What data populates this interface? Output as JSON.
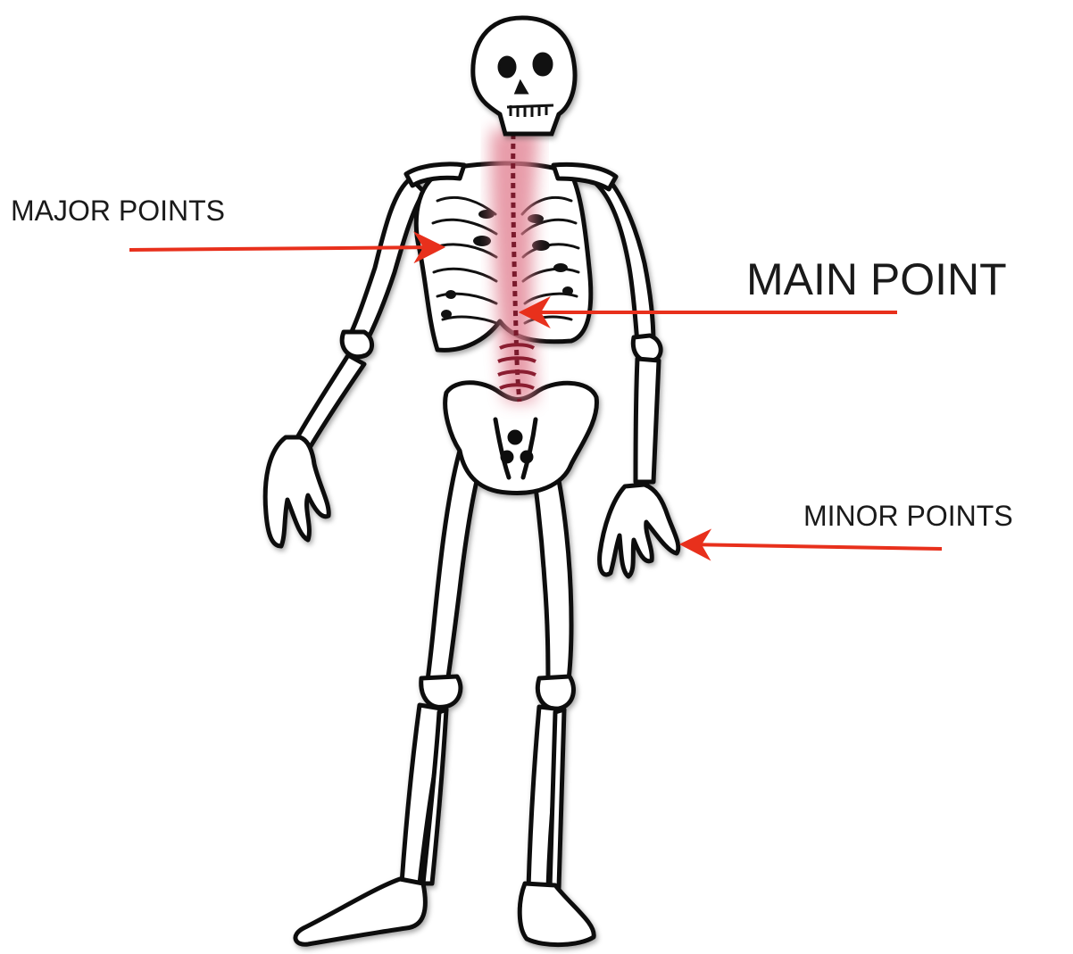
{
  "labels": {
    "major": "MAJOR POINTS",
    "main": "MAIN POINT",
    "minor": "MINOR POINTS"
  },
  "colors": {
    "arrow": "#e8301c",
    "spine_highlight": "#e07a8c",
    "bone_fill": "#ffffff",
    "bone_outline": "#111111"
  },
  "illustration": "skeleton"
}
